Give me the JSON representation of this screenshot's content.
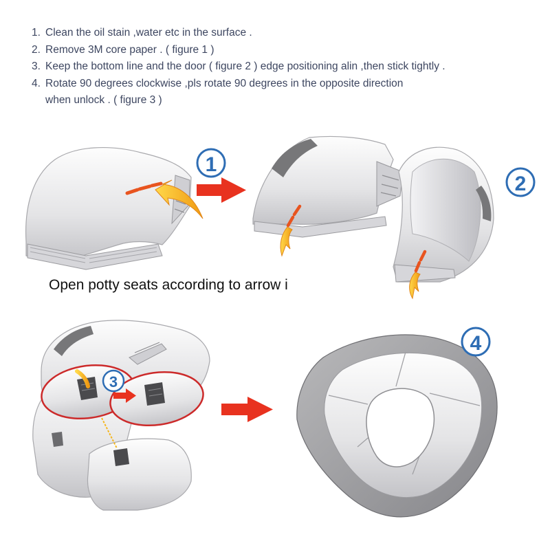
{
  "instructions": {
    "steps": [
      {
        "num": "1.",
        "text": "Clean the  oil stain ,water etc in the surface  ."
      },
      {
        "num": "2.",
        "text": "Remove 3M core paper .   ( figure 1 )"
      },
      {
        "num": "3.",
        "text": "Keep the bottom line and the door  ( figure 2 )   edge positioning alin ,then stick tightly ."
      },
      {
        "num": "4.",
        "text": "Rotate 90 degrees clockwise ,pls rotate 90 degrees in the opposite direction",
        "continuation": "when unlock . ( figure 3 )"
      }
    ]
  },
  "caption": "Open potty seats according to arrow i",
  "figures": {
    "badge_1": "1",
    "badge_2": "2",
    "badge_3": "3",
    "badge_4": "4"
  },
  "colors": {
    "text": "#3d4660",
    "badge_blue": "#2e6db4",
    "arrow_red": "#e8321f",
    "arrow_yellow": "#f5b61c",
    "ring_red": "#cc2a2a",
    "seat_gray": "#9a9a9c"
  }
}
